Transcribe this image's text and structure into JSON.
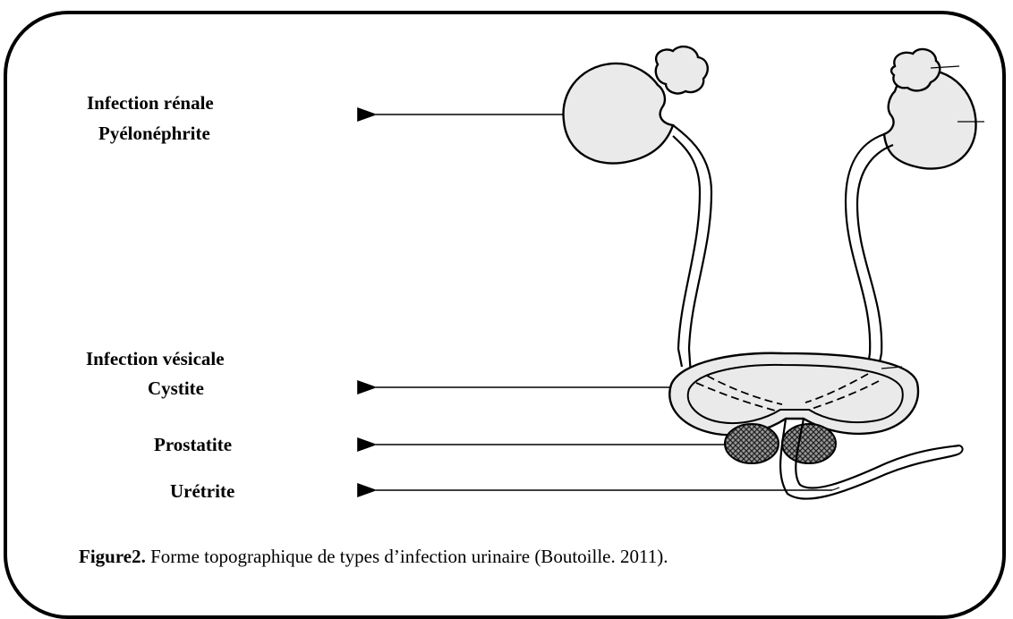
{
  "labels": {
    "renal_infection": "Infection rénale",
    "pyelonephritis": "Pyélonéphrite",
    "bladder_infection": "Infection vésicale",
    "cystitis": "Cystite",
    "prostatitis": "Prostatite",
    "urethritis": "Urétrite"
  },
  "caption": {
    "prefix": "Figure2.",
    "text": " Forme topographique de types d’infection urinaire (Boutoille. 2011)."
  },
  "colors": {
    "organ_fill": "#eaeaea",
    "stroke": "#000000",
    "frame": "#000000"
  }
}
